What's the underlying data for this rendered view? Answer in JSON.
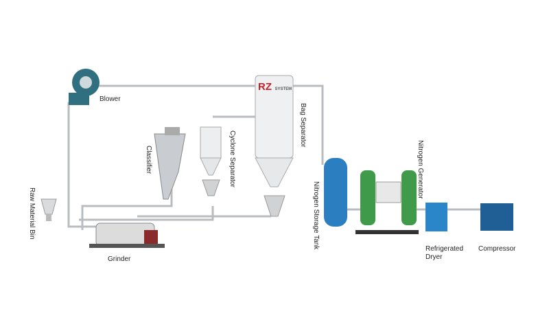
{
  "labels": {
    "blower": "Blower",
    "classifier": "Classifier",
    "cyclone": "Cyclone Separator",
    "bag": "Bag Separator",
    "n2_tank": "Nitrogen Storage Tank",
    "n2_gen": "Nitrogen Generator",
    "raw_bin": "Raw Material Bin",
    "grinder": "Grinder",
    "dryer_line1": "Refrigerated",
    "dryer_line2": "Dryer",
    "compressor": "Compressor"
  },
  "logo": {
    "brand": "RZ",
    "sub": "SYSTEM"
  },
  "colors": {
    "pipe": "#b8bcc0",
    "blower": "#2f6f80",
    "tank": "#2b7fc0",
    "generator": "#3f9a4a",
    "dryer": "#2a86c8",
    "compressor": "#1f5f95",
    "steel": "#e4e6e8"
  }
}
